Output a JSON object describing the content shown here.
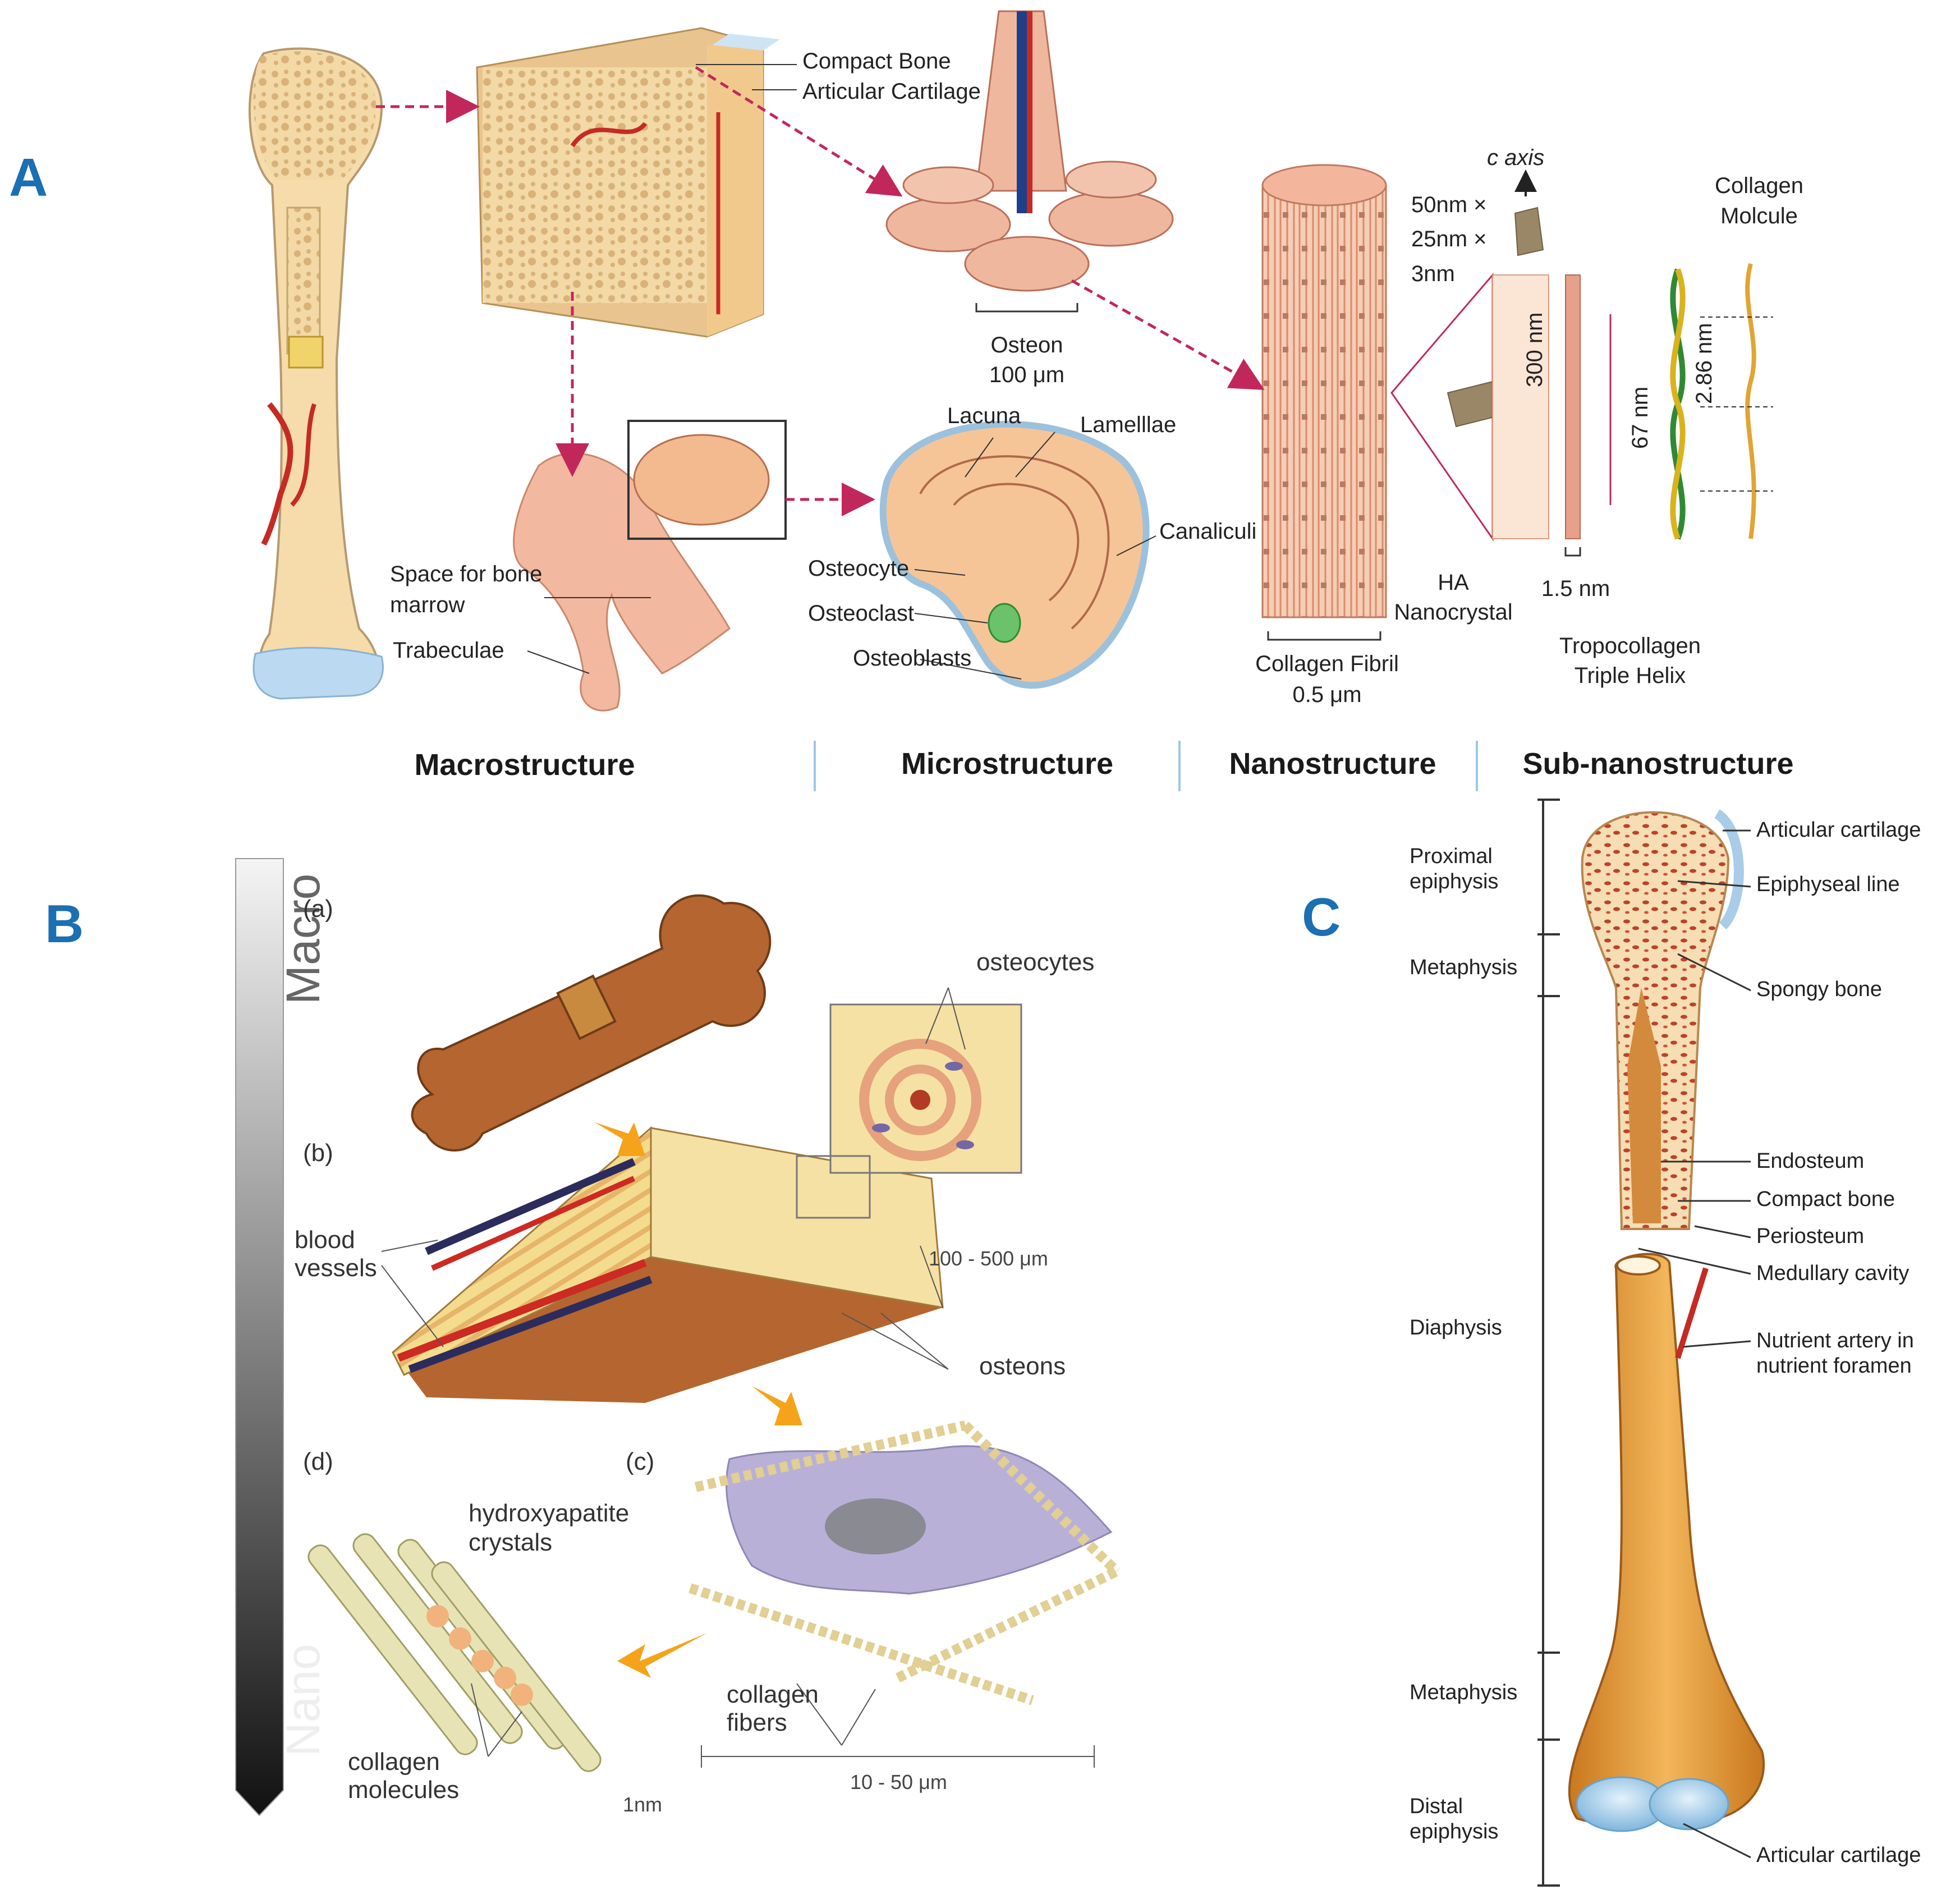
{
  "panel_letters": {
    "a": "A",
    "b": "B",
    "c": "C"
  },
  "panel_a": {
    "labels": {
      "compact_bone": "Compact Bone",
      "articular_cartilage": "Articular Cartilage",
      "osteon": "Osteon",
      "osteon_size": "100 μm",
      "c_axis": "c axis",
      "dim_1": "50nm ×",
      "dim_2": "25nm ×",
      "dim_3": "3nm",
      "collagen_molecule_1": "Collagen",
      "collagen_molecule_2": "Molcule",
      "lacuna": "Lacuna",
      "lamellae": "Lamelllae",
      "canaliculi": "Canaliculi",
      "osteocyte": "Osteocyte",
      "osteoclast": "Osteoclast",
      "osteoblasts": "Osteoblasts",
      "space_marrow_1": "Space for bone",
      "space_marrow_2": "marrow",
      "trabeculae": "Trabeculae",
      "collagen_fibril": "Collagen Fibril",
      "fibril_size": "0.5 μm",
      "ha_1": "HA",
      "ha_2": "Nanocrystal",
      "nm_300": "300 nm",
      "nm_67": "67 nm",
      "nm_286": "2.86 nm",
      "nm_15": "1.5 nm",
      "tropocollagen_1": "Tropocollagen",
      "tropocollagen_2": "Triple Helix"
    },
    "scale_headings": [
      "Macrostructure",
      "Microstructure",
      "Nanostructure",
      "Sub-nanostructure"
    ]
  },
  "panel_b": {
    "scale_top": "Macro",
    "scale_bottom": "Nano",
    "step_labels": {
      "a": "(a)",
      "b": "(b)",
      "c": "(c)",
      "d": "(d)"
    },
    "labels": {
      "osteocytes": "osteocytes",
      "blood_vessels_1": "blood",
      "blood_vessels_2": "vessels",
      "osteon_size": "100 - 500 μm",
      "osteons": "osteons",
      "ha_crystals_1": "hydroxyapatite",
      "ha_crystals_2": "crystals",
      "collagen_molecules_1": "collagen",
      "collagen_molecules_2": "molecules",
      "nm_1": "1nm",
      "collagen_fibers_1": "collagen",
      "collagen_fibers_2": "fibers",
      "fiber_size": "10 - 50 μm"
    }
  },
  "panel_c": {
    "left_labels": {
      "proximal_1": "Proximal",
      "proximal_2": "epiphysis",
      "metaphysis_top": "Metaphysis",
      "diaphysis": "Diaphysis",
      "metaphysis_bottom": "Metaphysis",
      "distal_1": "Distal",
      "distal_2": "epiphysis"
    },
    "right_labels": {
      "articular_top": "Articular cartilage",
      "epiphyseal_line": "Epiphyseal line",
      "spongy_bone": "Spongy bone",
      "endosteum": "Endosteum",
      "compact_bone": "Compact bone",
      "periosteum": "Periosteum",
      "medullary_cavity": "Medullary cavity",
      "nutrient_1": "Nutrient artery in",
      "nutrient_2": "nutrient foramen",
      "articular_bottom": "Articular cartilage"
    }
  },
  "colors": {
    "panel_letter": "#1b6fb3",
    "bone_tan": "#f2cf95",
    "bone_orange": "#e3a34f",
    "collagen_pink": "#e7a089",
    "cartilage_blue": "#a9d2ec",
    "artery_red": "#cc2a22",
    "arrow_dashed": "#c2275b",
    "b_bone_brown": "#b5652f",
    "b_cell_purple": "#b9b0d8",
    "separator_blue": "#9cc8e4"
  }
}
